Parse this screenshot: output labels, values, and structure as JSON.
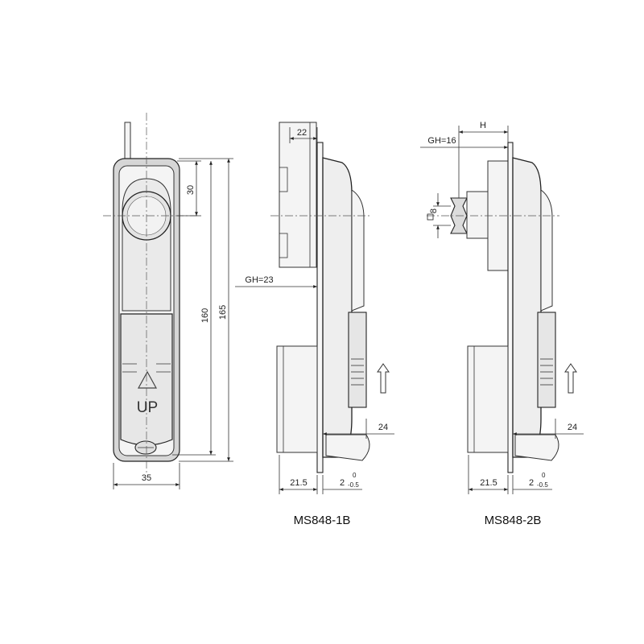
{
  "front_view": {
    "dim_30": "30",
    "dim_160": "160",
    "dim_165": "165",
    "dim_35": "35",
    "up_label": "UP"
  },
  "side_view_1b": {
    "dim_22": "22",
    "gh_label": "GH=23",
    "dim_24": "24",
    "dim_21_5": "21.5",
    "dim_2": "2",
    "tol_upper": "0",
    "tol_lower": "-0.5",
    "model": "MS848-1B"
  },
  "side_view_2b": {
    "dim_h": "H",
    "gh_label": "GH=16",
    "dim_8": "8",
    "dim_24": "24",
    "dim_21_5": "21.5",
    "dim_2": "2",
    "tol_upper": "0",
    "tol_lower": "-0.5",
    "model": "MS848-2B"
  }
}
